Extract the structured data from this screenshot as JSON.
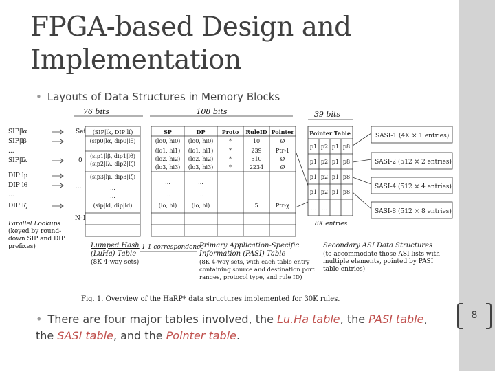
{
  "slide": {
    "title": "FPGA-based Design and Implementation",
    "page_number": "8"
  },
  "bullets": {
    "b1": "Layouts of Data Structures in Memory Blocks",
    "b2_parts": [
      "There are four major tables involved, the ",
      "Lu.Ha table",
      ", the ",
      "PASI table",
      ", the ",
      "SASI table",
      ", and the ",
      "Pointer table",
      "."
    ]
  },
  "figure": {
    "width_labels": [
      "76 bits",
      "108 bits",
      "39 bits"
    ],
    "left_keys": [
      "SIP|lα",
      "SIP|lβ",
      "...",
      "SIP|lλ",
      "DIP|lμ",
      "DIP|lθ",
      "...",
      "DIP|lζ"
    ],
    "set_col": [
      "Set",
      "0",
      "...",
      "N-1"
    ],
    "lumped_header": "(SIP|lk, DIP|lf)",
    "lumped_rows": [
      "(sip0|lα, dip0|lθ)",
      "(sip1|lβ, dip1|lθ)",
      "(sip2|lλ, dip2|lζ)",
      "(sip3|lμ, dip3|lζ)",
      "...",
      "...",
      "(sip|ld, dip|ld)"
    ],
    "pasi_headers": [
      "SP",
      "DP",
      "Proto",
      "RuleID",
      "Pointer"
    ],
    "pasi_rows": [
      [
        "(lo0, hi0)",
        "(lo0, hi0)",
        "*",
        "10",
        "Ø"
      ],
      [
        "(lo1, hi1)",
        "(lo1, hi1)",
        "*",
        "239",
        "Ptr-1"
      ],
      [
        "(lo2, hi2)",
        "(lo2, hi2)",
        "*",
        "510",
        "Ø"
      ],
      [
        "(lo3, hi3)",
        "(lo3, hi3)",
        "*",
        "2234",
        "Ø"
      ],
      [
        "...",
        "...",
        "",
        "",
        ""
      ],
      [
        "...",
        "...",
        "",
        "",
        ""
      ],
      [
        "(lo, hi)",
        "(lo, hi)",
        "",
        "5",
        "Ptr-χ"
      ]
    ],
    "pointer_header": "Pointer Table",
    "pointer_rows": [
      [
        "p1",
        "p2",
        "p1",
        "p8"
      ],
      [
        "p1",
        "p2",
        "p1",
        "p8"
      ],
      [
        "p1",
        "p2",
        "p1",
        "p8"
      ],
      [
        "p1",
        "p2",
        "p1",
        "p8"
      ],
      [
        "...",
        "..."
      ]
    ],
    "pointer_entries": "8K entries",
    "sasi_boxes": [
      "SASI-1 (4K × 1 entries)",
      "SASI-2 (512 × 2 entries)",
      "SASI-4 (512 × 4 entries)",
      "SASI-8 (512 × 8 entries)"
    ],
    "parallel_lookups": [
      "Parallel Lookups",
      "(keyed by round-",
      "down SIP and DIP",
      "prefixes)"
    ],
    "lumped_caption": [
      "Lumped Hash",
      "(LuHa) Table",
      "(8K 4-way sets)"
    ],
    "correspondence": "1-1 correspondence",
    "pasi_caption": [
      "Primary Application-Specific",
      "Information (PASI) Table",
      "(8K 4-way sets, with each table entry",
      "containing source and destination port",
      "ranges, protocol type, and rule ID)"
    ],
    "sasi_caption": [
      "Secondary ASI Data Structures",
      "(to accommodate those ASI lists with",
      "multiple elements, pointed by PASI",
      "table entries)"
    ],
    "fig_caption": "Fig. 1.   Overview of the HaRP* data structures implemented for 30K rules."
  }
}
